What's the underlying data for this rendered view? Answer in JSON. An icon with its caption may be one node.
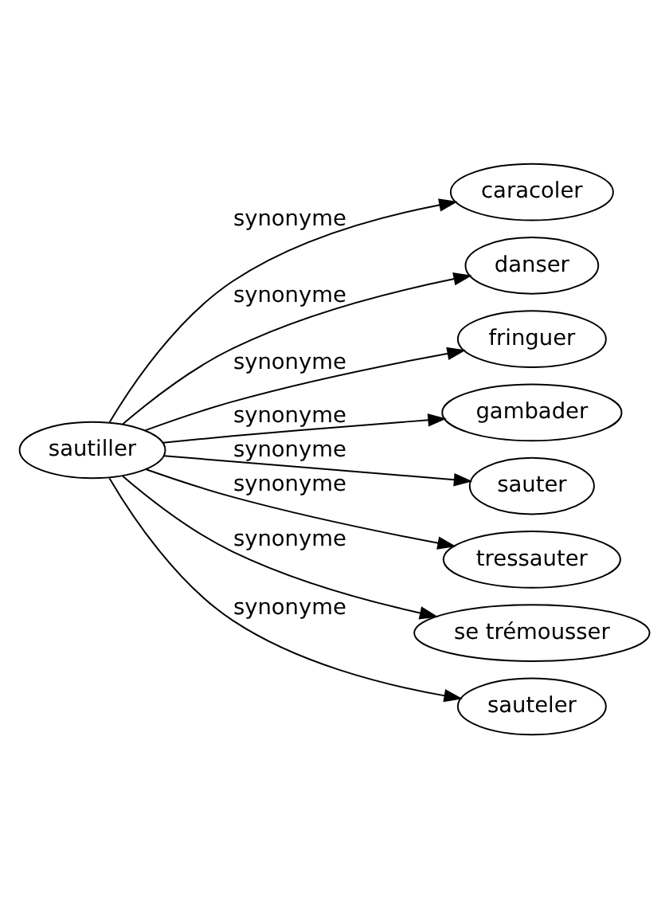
{
  "diagram": {
    "nodes": [
      {
        "text": [
          "sautiller"
        ]
      },
      {
        "text": [
          "caracoler"
        ]
      },
      {
        "text": [
          "danser"
        ]
      },
      {
        "text": [
          "fringuer"
        ]
      },
      {
        "text": [
          "gambader"
        ]
      },
      {
        "text": [
          "sauter"
        ]
      },
      {
        "text": [
          "tressauter"
        ]
      },
      {
        "text": [
          "se trémousser"
        ]
      },
      {
        "text": [
          "sauteler"
        ]
      }
    ],
    "edges": [
      {
        "from": 0,
        "to": 1,
        "arrow": "to",
        "label": "synonyme"
      },
      {
        "from": 0,
        "to": 2,
        "arrow": "to",
        "label": "synonyme"
      },
      {
        "from": 0,
        "to": 3,
        "arrow": "to",
        "label": "synonyme"
      },
      {
        "from": 0,
        "to": 4,
        "arrow": "to",
        "label": "synonyme"
      },
      {
        "from": 0,
        "to": 5,
        "arrow": "to",
        "label": "synonyme"
      },
      {
        "from": 0,
        "to": 6,
        "arrow": "to",
        "label": "synonyme"
      },
      {
        "from": 0,
        "to": 7,
        "arrow": "to",
        "label": "synonyme"
      },
      {
        "from": 0,
        "to": 8,
        "arrow": "to",
        "label": "synonyme"
      }
    ]
  }
}
